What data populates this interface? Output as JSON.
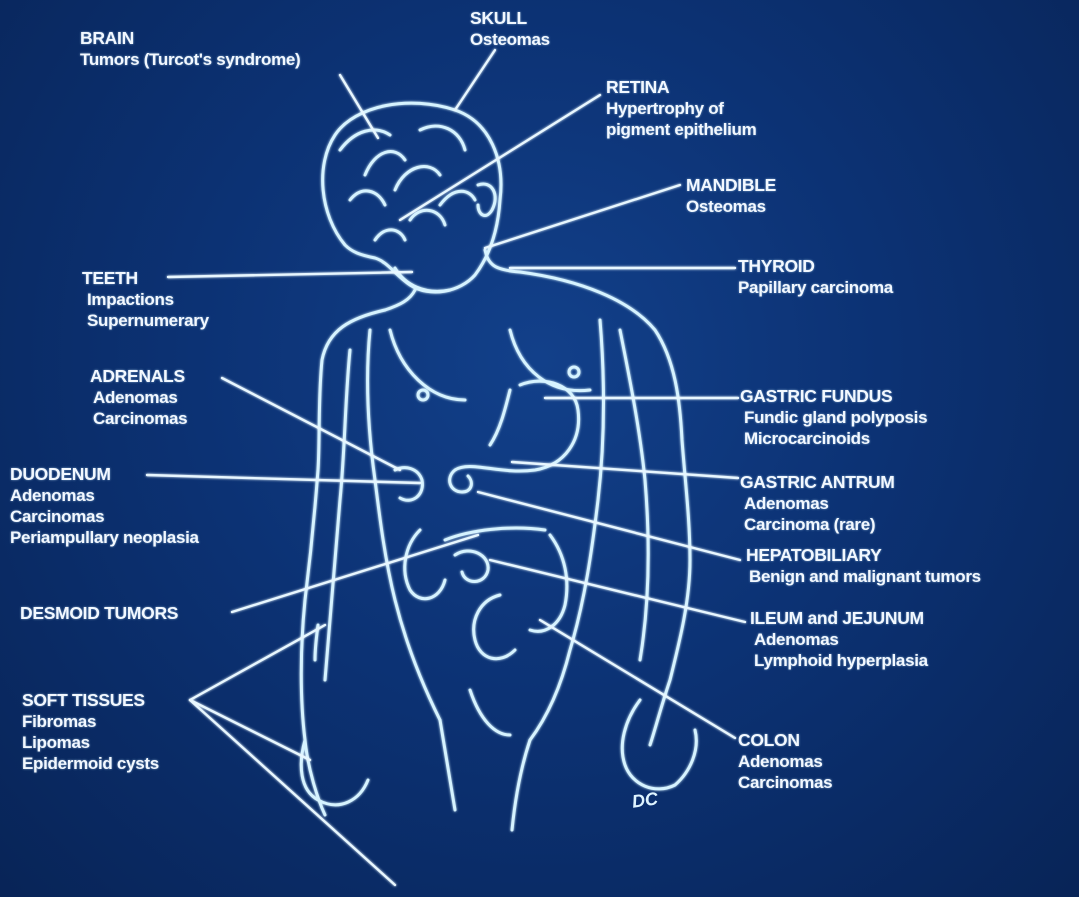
{
  "figure": {
    "style": "line drawing of a human figure, light cyan on dark blue",
    "colors": {
      "background": "#0c3274",
      "line": "#d6f3ff",
      "text": "#f2f8ff"
    },
    "signature": "DC"
  },
  "labels": {
    "brain": {
      "title": "BRAIN",
      "lines": [
        "Tumors (Turcot's syndrome)"
      ]
    },
    "skull": {
      "title": "SKULL",
      "lines": [
        "Osteomas"
      ]
    },
    "retina": {
      "title": "RETINA",
      "lines": [
        "Hypertrophy of",
        "pigment epithelium"
      ]
    },
    "mandible": {
      "title": "MANDIBLE",
      "lines": [
        "Osteomas"
      ]
    },
    "teeth": {
      "title": "TEETH",
      "lines": [
        "Impactions",
        "Supernumerary"
      ]
    },
    "thyroid": {
      "title": "THYROID",
      "lines": [
        "Papillary carcinoma"
      ]
    },
    "adrenals": {
      "title": "ADRENALS",
      "lines": [
        "Adenomas",
        "Carcinomas"
      ]
    },
    "gastric_fundus": {
      "title": "GASTRIC FUNDUS",
      "lines": [
        "Fundic gland polyposis",
        "Microcarcinoids"
      ]
    },
    "duodenum": {
      "title": "DUODENUM",
      "lines": [
        "Adenomas",
        "Carcinomas",
        "Periampullary neoplasia"
      ]
    },
    "gastric_antrum": {
      "title": "GASTRIC ANTRUM",
      "lines": [
        "Adenomas",
        "Carcinoma (rare)"
      ]
    },
    "hepatobiliary": {
      "title": "HEPATOBILIARY",
      "lines": [
        "Benign and malignant tumors"
      ]
    },
    "desmoid": {
      "title": "DESMOID TUMORS",
      "lines": []
    },
    "ileum_jejunum": {
      "title": "ILEUM and JEJUNUM",
      "lines": [
        "Adenomas",
        "Lymphoid hyperplasia"
      ]
    },
    "soft_tissues": {
      "title": "SOFT TISSUES",
      "lines": [
        "Fibromas",
        "Lipomas",
        "Epidermoid cysts"
      ]
    },
    "colon": {
      "title": "COLON",
      "lines": [
        "Adenomas",
        "Carcinomas"
      ]
    }
  }
}
